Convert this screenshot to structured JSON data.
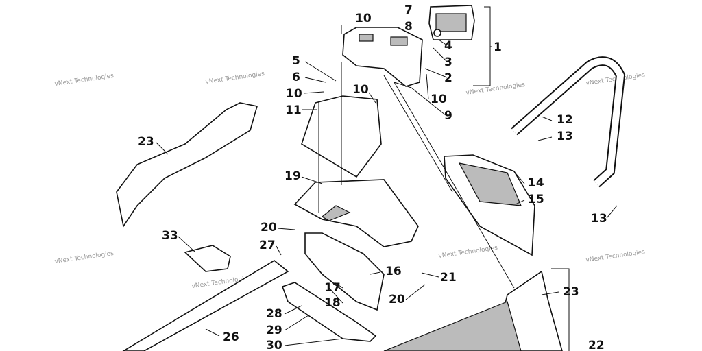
{
  "watermark": "vNext Technologies",
  "callouts": {
    "c1": "1",
    "c2": "2",
    "c3": "3",
    "c4": "4",
    "c5": "5",
    "c6": "6",
    "c7": "7",
    "c8": "8",
    "c9": "9",
    "c10a": "10",
    "c10b": "10",
    "c10c": "10",
    "c10d": "10",
    "c11": "11",
    "c12": "12",
    "c13a": "13",
    "c13b": "13",
    "c14": "14",
    "c15": "15",
    "c16": "16",
    "c17": "17",
    "c18": "18",
    "c19": "19",
    "c20a": "20",
    "c20b": "20",
    "c21": "21",
    "c22": "22",
    "c23a": "23",
    "c23b": "23",
    "c26": "26",
    "c27": "27",
    "c28": "28",
    "c29": "29",
    "c30": "30",
    "c33": "33"
  }
}
